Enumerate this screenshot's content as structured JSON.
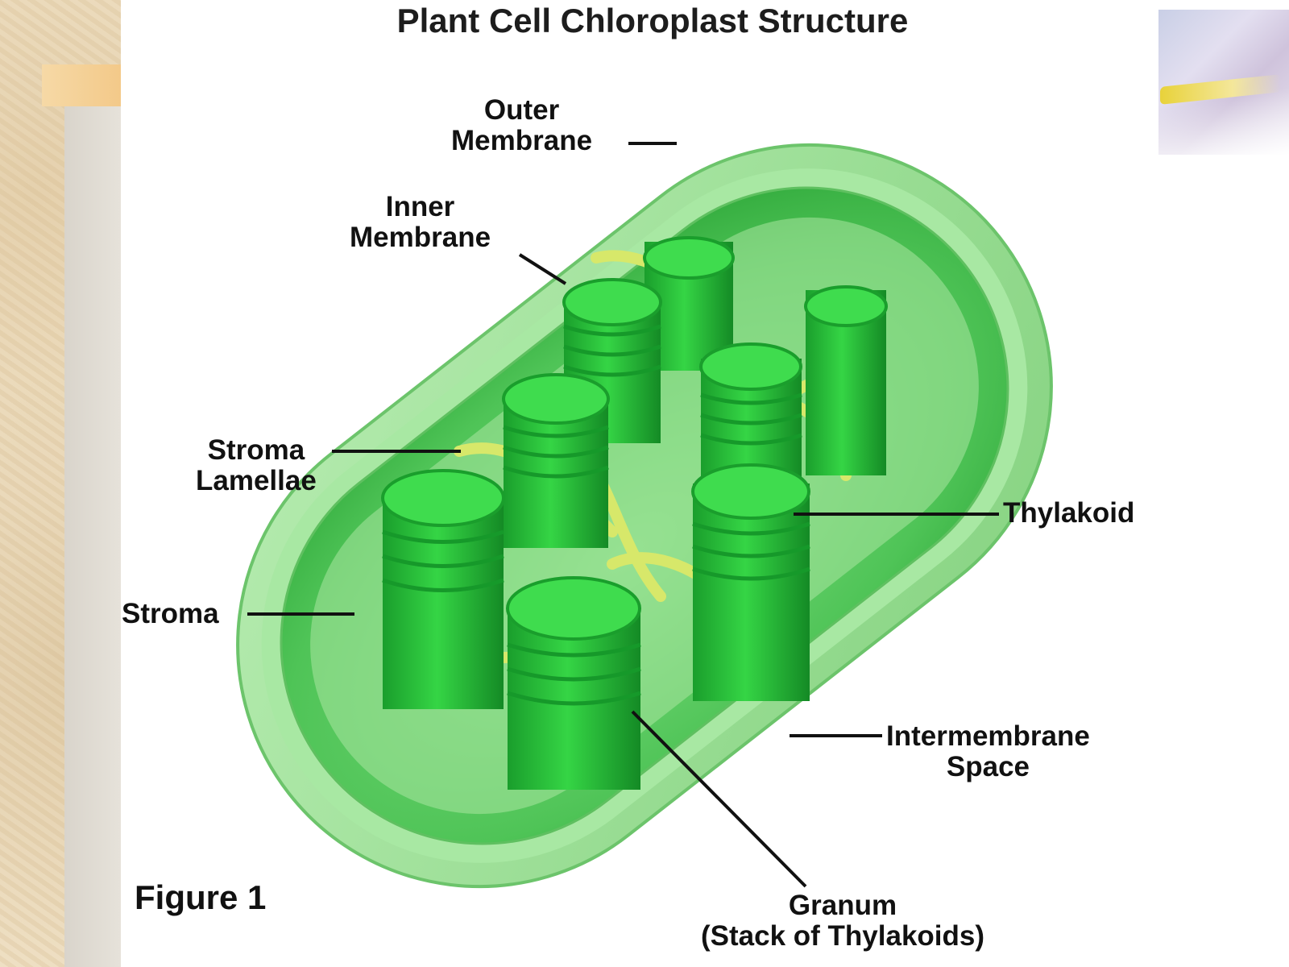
{
  "title": "Plant Cell Chloroplast Structure",
  "labels": {
    "outer_membrane": [
      "Outer",
      "Membrane"
    ],
    "inner_membrane": [
      "Inner",
      "Membrane"
    ],
    "stroma_lamellae": [
      "Stroma",
      "Lamellae"
    ],
    "stroma": "Stroma",
    "thylakoid": "Thylakoid",
    "intermembrane_space": [
      "Intermembrane",
      "Space"
    ],
    "granum": [
      "Granum",
      "(Stack of Thylakoids)"
    ]
  },
  "figure_label": "Figure 1",
  "colors": {
    "outer_membrane": "#8fdc8a",
    "inner_body": "#54c85a",
    "granum": "#29c43a",
    "granum_dark": "#16992a",
    "lamellae": "#d7e86a",
    "leader_line": "#111111"
  }
}
